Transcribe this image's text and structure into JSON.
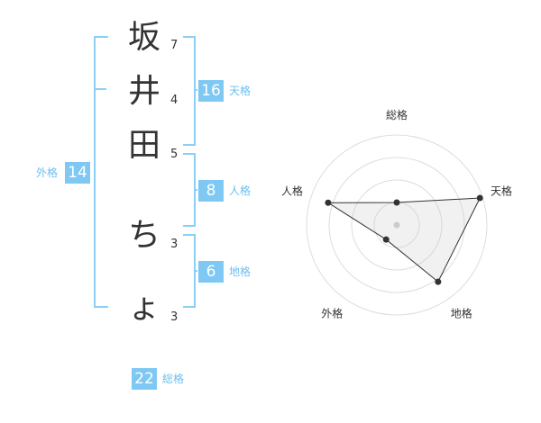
{
  "name_chars": [
    {
      "char": "坂",
      "strokes": "7"
    },
    {
      "char": "井",
      "strokes": "4"
    },
    {
      "char": "田",
      "strokes": "5"
    },
    {
      "char": "ち",
      "strokes": "3"
    },
    {
      "char": "ょ",
      "strokes": "3"
    }
  ],
  "kakusu": {
    "tenkaku": {
      "value": "16",
      "label": "天格"
    },
    "jinkaku": {
      "value": "8",
      "label": "人格"
    },
    "chikaku": {
      "value": "6",
      "label": "地格"
    },
    "gaikaku": {
      "value": "14",
      "label": "外格"
    },
    "soukaku": {
      "value": "22",
      "label": "総格"
    }
  },
  "radar": {
    "axes": [
      "総格",
      "天格",
      "地格",
      "外格",
      "人格"
    ],
    "values": [
      0.25,
      0.97,
      0.78,
      0.2,
      0.8
    ],
    "max": 1,
    "rings": 4,
    "colors": {
      "ring": "#dddddd",
      "fill": "rgba(200,200,200,0.25)",
      "line": "#333333",
      "point": "#333333",
      "center": "#cccccc"
    }
  }
}
